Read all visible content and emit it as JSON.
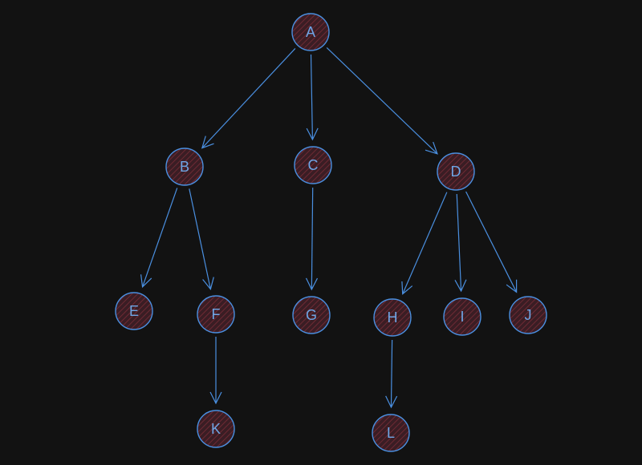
{
  "canvas": {
    "background": "#121212"
  },
  "style": {
    "stroke": "#4a8fe0",
    "node_fill": "#3a1d24",
    "hatch": "#6e2a34",
    "label_color": "#6fa6e6"
  },
  "nodes": [
    {
      "id": "A",
      "label": "A"
    },
    {
      "id": "B",
      "label": "B"
    },
    {
      "id": "C",
      "label": "C"
    },
    {
      "id": "D",
      "label": "D"
    },
    {
      "id": "E",
      "label": "E"
    },
    {
      "id": "F",
      "label": "F"
    },
    {
      "id": "G",
      "label": "G"
    },
    {
      "id": "H",
      "label": "H"
    },
    {
      "id": "I",
      "label": "I"
    },
    {
      "id": "J",
      "label": "J"
    },
    {
      "id": "K",
      "label": "K"
    },
    {
      "id": "L",
      "label": "L"
    }
  ],
  "edges": [
    {
      "from": "A",
      "to": "B"
    },
    {
      "from": "A",
      "to": "C"
    },
    {
      "from": "A",
      "to": "D"
    },
    {
      "from": "B",
      "to": "E"
    },
    {
      "from": "B",
      "to": "F"
    },
    {
      "from": "C",
      "to": "G"
    },
    {
      "from": "D",
      "to": "H"
    },
    {
      "from": "D",
      "to": "I"
    },
    {
      "from": "D",
      "to": "J"
    },
    {
      "from": "F",
      "to": "K"
    },
    {
      "from": "H",
      "to": "L"
    }
  ]
}
